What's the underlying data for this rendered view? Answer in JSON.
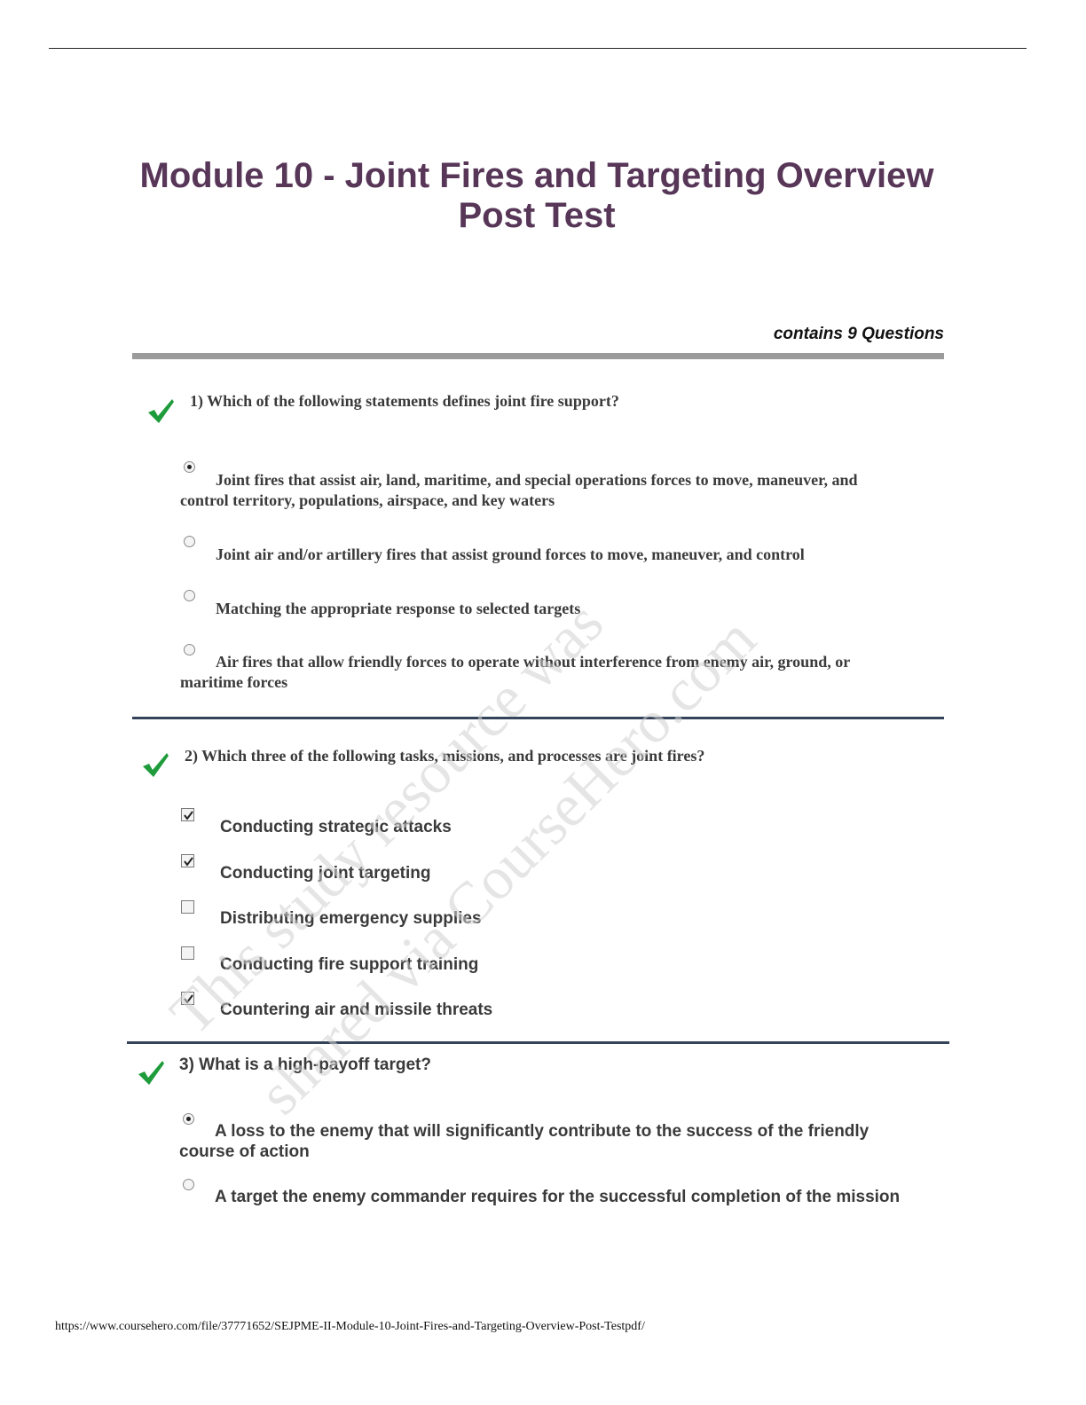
{
  "title_line1": "Module 10 - Joint Fires and Targeting Overview",
  "title_line2": "Post Test",
  "question_count": "contains 9 Questions",
  "questions": [
    {
      "text": "1) Which of the following statements defines joint fire support?",
      "options": [
        {
          "line1": "Joint fires that assist air, land, maritime, and special operations forces to move, maneuver, and",
          "line2": "control territory, populations, airspace, and key waters",
          "selected": true
        },
        {
          "line1": "Joint air and/or artillery fires that assist ground forces to move, maneuver, and control",
          "line2": "",
          "selected": false
        },
        {
          "line1": "Matching the appropriate response to selected targets",
          "line2": "",
          "selected": false
        },
        {
          "line1": "Air fires that allow friendly forces to operate without interference from enemy air, ground, or",
          "line2": "maritime forces",
          "selected": false
        }
      ]
    },
    {
      "text": "2) Which three of the following tasks, missions, and processes are joint fires?",
      "options": [
        {
          "label": "Conducting strategic attacks",
          "checked": true
        },
        {
          "label": "Conducting joint targeting",
          "checked": true
        },
        {
          "label": "Distributing emergency supplies",
          "checked": false
        },
        {
          "label": "Conducting fire support training",
          "checked": false
        },
        {
          "label": "Countering air and missile threats",
          "checked": true
        }
      ]
    },
    {
      "text": "3) What is a high-payoff target?",
      "options": [
        {
          "line1": "A loss to the enemy that will significantly contribute to the success of the friendly",
          "line2": "course of action",
          "selected": true
        },
        {
          "line1": "A target the enemy commander requires for the successful completion of the mission",
          "line2": "",
          "selected": false
        }
      ]
    }
  ],
  "watermark_line1": "This study resource was",
  "watermark_line2": "shared via CourseHero.com",
  "footer_url": "https://www.coursehero.com/file/37771652/SEJPME-II-Module-10-Joint-Fires-and-Targeting-Overview-Post-Testpdf/",
  "colors": {
    "title": "#573658",
    "check": "#1e9b3a",
    "rule_navy": "#34435a",
    "rule_gray": "#9b9b9b"
  }
}
